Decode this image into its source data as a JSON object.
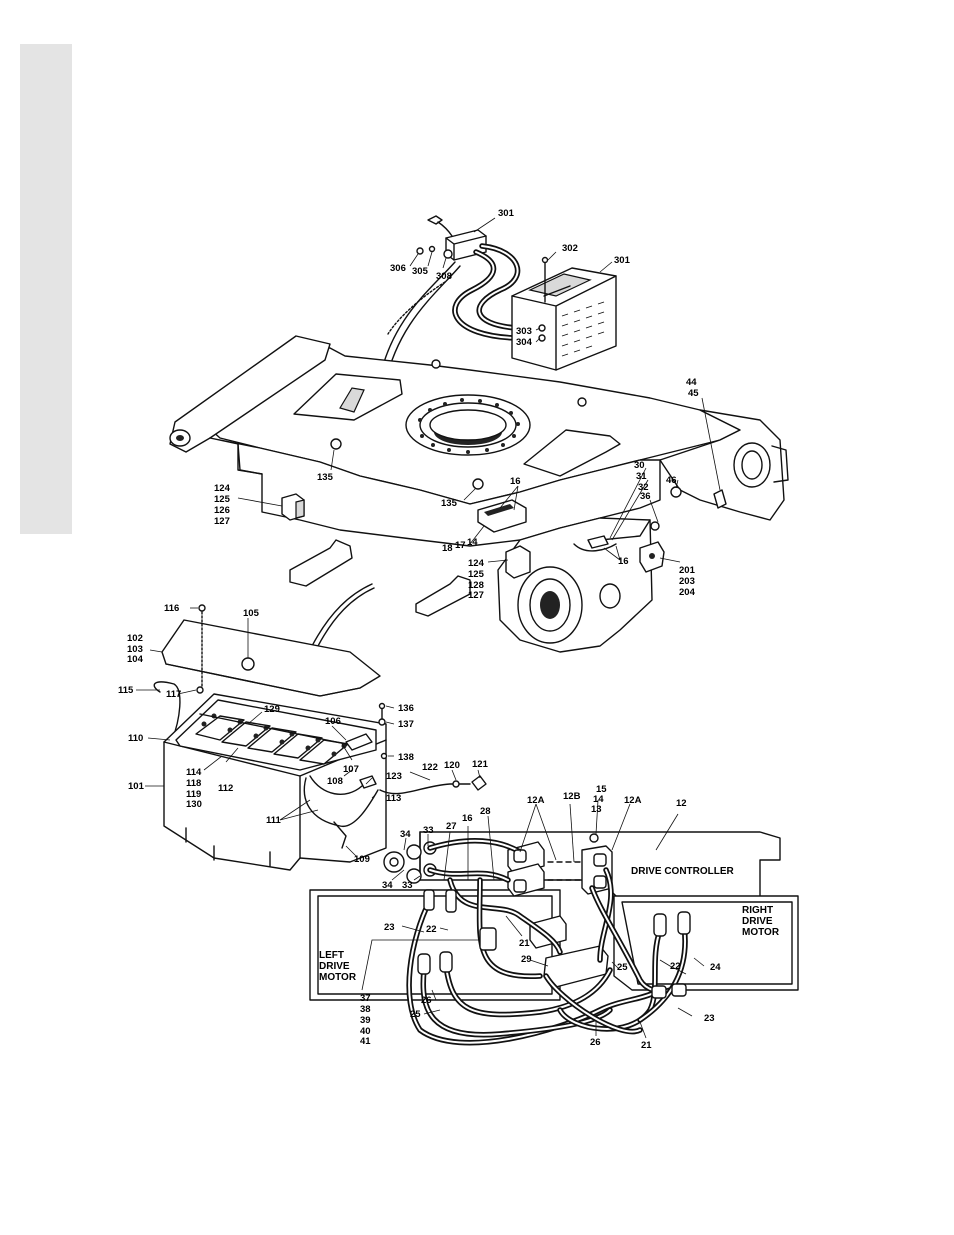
{
  "captions": {
    "drive_controller": "DRIVE CONTROLLER",
    "right_motor_1": "RIGHT",
    "right_motor_2": "DRIVE",
    "right_motor_3": "MOTOR",
    "left_motor_1": "LEFT",
    "left_motor_2": "DRIVE",
    "left_motor_3": "MOTOR"
  },
  "callouts": [
    "301",
    "306",
    "305",
    "308",
    "302",
    "301",
    "303",
    "304",
    "44",
    "45",
    "135",
    "135",
    "16",
    "124",
    "125",
    "126",
    "127",
    "30",
    "31",
    "32",
    "36",
    "46",
    "18",
    "17",
    "14",
    "124",
    "125",
    "128",
    "127",
    "16",
    "201",
    "203",
    "204",
    "116",
    "105",
    "102",
    "103",
    "104",
    "115",
    "117",
    "129",
    "136",
    "137",
    "106",
    "110",
    "138",
    "114",
    "118",
    "119",
    "130",
    "112",
    "107",
    "108",
    "122",
    "120",
    "121",
    "123",
    "101",
    "113",
    "111",
    "109",
    "15",
    "14",
    "13",
    "12A",
    "12B",
    "12A",
    "12",
    "34",
    "33",
    "27",
    "16",
    "28",
    "34",
    "33",
    "23",
    "22",
    "21",
    "29",
    "25",
    "22",
    "24",
    "37",
    "38",
    "39",
    "40",
    "41",
    "26",
    "25",
    "23",
    "26",
    "21"
  ]
}
